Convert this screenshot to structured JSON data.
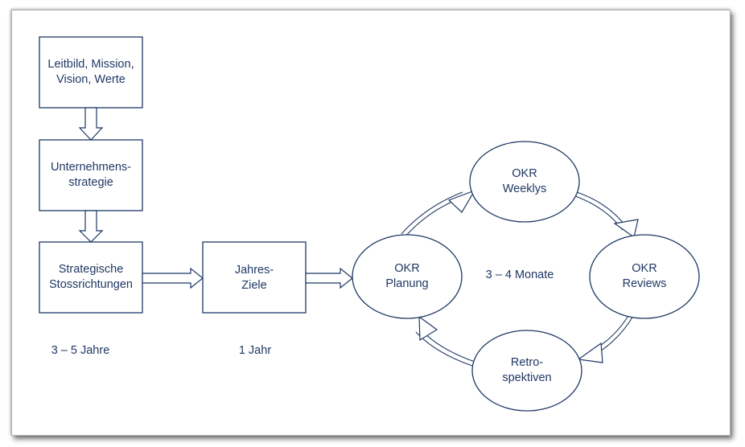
{
  "colors": {
    "stroke": "#1f3864",
    "text": "#1f3864",
    "background": "#ffffff"
  },
  "boxes": {
    "leitbild": {
      "line1": "Leitbild, Mission,",
      "line2": "Vision, Werte"
    },
    "strategie": {
      "line1": "Unternehmens-",
      "line2": "strategie"
    },
    "stoss": {
      "line1": "Strategische",
      "line2": "Stossrichtungen"
    },
    "jahresziele": {
      "line1": "Jahres-",
      "line2": "Ziele"
    }
  },
  "ellipses": {
    "planung": {
      "line1": "OKR",
      "line2": "Planung"
    },
    "weeklys": {
      "line1": "OKR",
      "line2": "Weeklys"
    },
    "reviews": {
      "line1": "OKR",
      "line2": "Reviews"
    },
    "retro": {
      "line1": "Retro-",
      "line2": "spektiven"
    }
  },
  "labels": {
    "strategy_horizon": "3 – 5 Jahre",
    "goals_horizon": "1 Jahr",
    "cycle_duration": "3 – 4 Monate"
  }
}
